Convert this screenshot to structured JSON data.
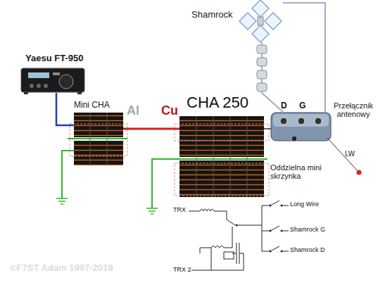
{
  "diagram": {
    "nodes": [
      {
        "text": [
          "Yaesu FT-950"
        ]
      },
      {
        "text": [
          "Mini CHA"
        ]
      },
      {
        "text": [
          "CHA 250"
        ]
      },
      {
        "text": [
          "D",
          "G",
          "Przełącznik antenowy"
        ]
      },
      {
        "text": [
          "Shamrock"
        ]
      }
    ],
    "edges": [
      {
        "from": 0,
        "to": 1,
        "arrow": "none"
      },
      {
        "from": 1,
        "to": 2,
        "arrow": "none"
      },
      {
        "from": 2,
        "to": 3,
        "arrow": "none"
      },
      {
        "from": 3,
        "to": 4,
        "arrow": "none"
      }
    ],
    "labels": [
      "Al",
      "Cu",
      "Oddzielna mini skrzynka",
      "LW",
      "TRX",
      "Long Wire",
      "Shamrock G",
      "Shamrock D",
      "TRX 2",
      "©F7ST Adam 1997-2019"
    ]
  }
}
